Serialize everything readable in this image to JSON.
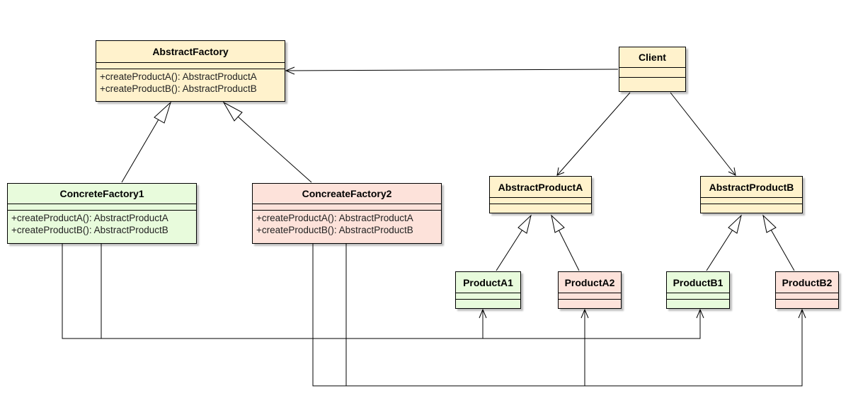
{
  "colors": {
    "abstract_fill": "#fff2cc",
    "factory1_fill": "#e8fbdc",
    "factory2_fill": "#fde2da",
    "line": "#000000"
  },
  "classes": {
    "abstract_factory": {
      "name": "AbstractFactory",
      "operations": [
        "+createProductA(): AbstractProductA",
        "+createProductB(): AbstractProductB"
      ]
    },
    "concrete_factory_1": {
      "name": "ConcreteFactory1",
      "operations": [
        "+createProductA(): AbstractProductA",
        "+createProductB(): AbstractProductB"
      ]
    },
    "concrete_factory_2": {
      "name": "ConcreateFactory2",
      "operations": [
        "+createProductA(): AbstractProductA",
        "+createProductB(): AbstractProductB"
      ]
    },
    "client": {
      "name": "Client"
    },
    "abstract_product_a": {
      "name": "AbstractProductA"
    },
    "abstract_product_b": {
      "name": "AbstractProductB"
    },
    "product_a1": {
      "name": "ProductA1"
    },
    "product_a2": {
      "name": "ProductA2"
    },
    "product_b1": {
      "name": "ProductB1"
    },
    "product_b2": {
      "name": "ProductB2"
    }
  },
  "relations": [
    {
      "type": "generalization",
      "from": "ConcreteFactory1",
      "to": "AbstractFactory"
    },
    {
      "type": "generalization",
      "from": "ConcreateFactory2",
      "to": "AbstractFactory"
    },
    {
      "type": "association",
      "from": "Client",
      "to": "AbstractFactory"
    },
    {
      "type": "association",
      "from": "Client",
      "to": "AbstractProductA"
    },
    {
      "type": "association",
      "from": "Client",
      "to": "AbstractProductB"
    },
    {
      "type": "generalization",
      "from": "ProductA1",
      "to": "AbstractProductA"
    },
    {
      "type": "generalization",
      "from": "ProductA2",
      "to": "AbstractProductA"
    },
    {
      "type": "generalization",
      "from": "ProductB1",
      "to": "AbstractProductB"
    },
    {
      "type": "generalization",
      "from": "ProductB2",
      "to": "AbstractProductB"
    },
    {
      "type": "dependency",
      "from": "ConcreteFactory1",
      "to": "ProductA1"
    },
    {
      "type": "dependency",
      "from": "ConcreteFactory1",
      "to": "ProductB1"
    },
    {
      "type": "dependency",
      "from": "ConcreateFactory2",
      "to": "ProductA2"
    },
    {
      "type": "dependency",
      "from": "ConcreateFactory2",
      "to": "ProductB2"
    }
  ]
}
